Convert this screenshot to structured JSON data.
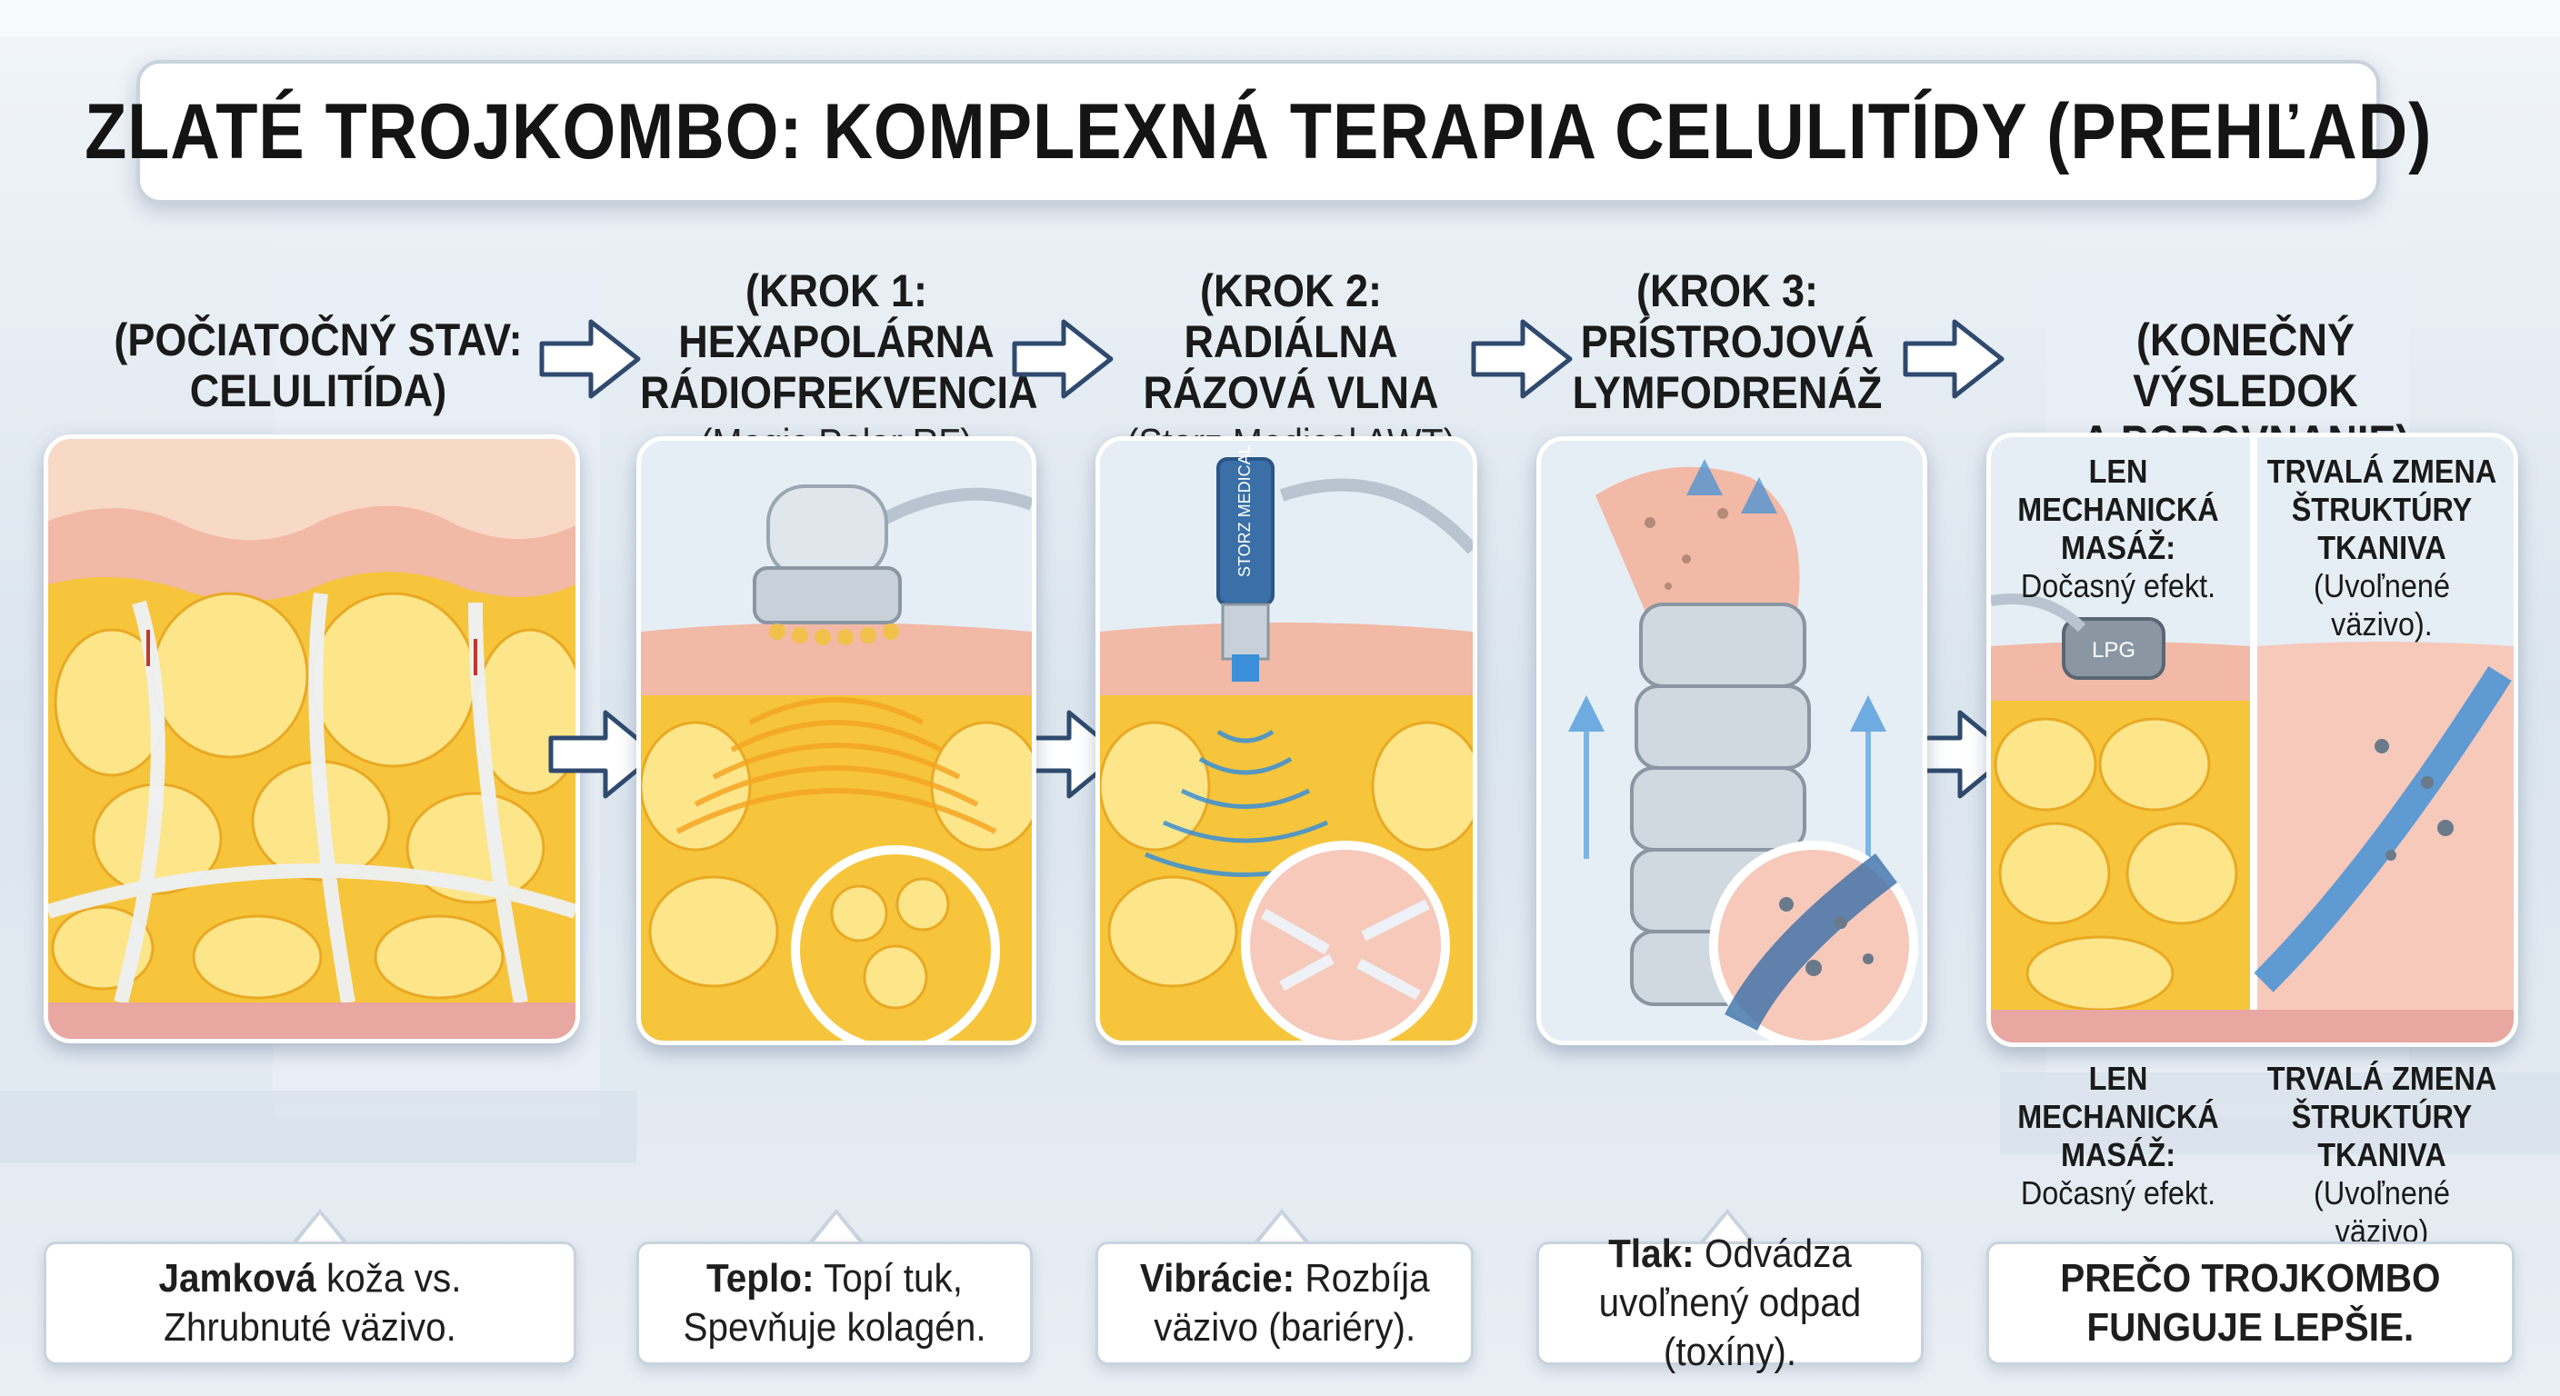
{
  "title": "ZLATÉ TROJKOMBO: KOMPLEXNÁ TERAPIA CELULITÍDY (PREHĽAD)",
  "steps": [
    {
      "heading": "(POČIATOČNÝ STAV:\nCELULITÍDA)",
      "sub": ""
    },
    {
      "heading": "(KROK 1:\nHEXAPOLÁRNA\nRÁDIOFREKVENCIA",
      "sub": "(Magic Polar RF)"
    },
    {
      "heading": "(KROK 2:\nRADIÁLNA\nRÁZOVÁ VLNA",
      "sub": "(Storz Medical AWT)"
    },
    {
      "heading": "(KROK 3:\nPRÍSTROJOVÁ\nLYMFODRENÁŽ",
      "sub": ""
    },
    {
      "heading": "(KONEČNÝ VÝSLEDOK\nA POROVNANIE)",
      "sub": ""
    }
  ],
  "captions": [
    {
      "bold": "Jamková",
      "text": " koža vs.",
      "line2": "Zhrubnuté väzivo."
    },
    {
      "bold": "Teplo:",
      "text": " Topí tuk,",
      "line2": "Spevňuje kolagén."
    },
    {
      "bold": "Vibrácie:",
      "text": " Rozbíja",
      "line2": "väzivo (bariéry)."
    },
    {
      "bold": "Tlak:",
      "text": " Odvádza",
      "line2": "uvoľnený odpad (toxíny)."
    },
    {
      "bold": "PREČO TROJKOMBO",
      "text": "",
      "line2": "FUNGUJE LEPŠIE."
    }
  ],
  "comparison": {
    "left_title": "LEN\nMECHANICKÁ\nMASÁŽ:",
    "left_note": "Dočasný efekt.",
    "right_title": "TRVALÁ ZMENA\nŠTRUKTÚRY\nTKANIVA",
    "right_note_top": "(Uvoľnené väzivo).",
    "right_note_bottom": "(Uvoľnené väzivo)",
    "device_badge": "LPG"
  },
  "device_labels": {
    "awt_handle": "STORZ MEDICAL"
  },
  "colors": {
    "fat": "#f6c53c",
    "fat_light": "#fde58a",
    "skin": "#f2b9a6",
    "skin_top": "#f7d3c3",
    "fibrous": "#eef1f5",
    "arrow_stroke": "#2f4a6e",
    "rf_glow": "#f5a623",
    "wave_blue": "#3a8fd8",
    "background": "#e6edf4"
  }
}
